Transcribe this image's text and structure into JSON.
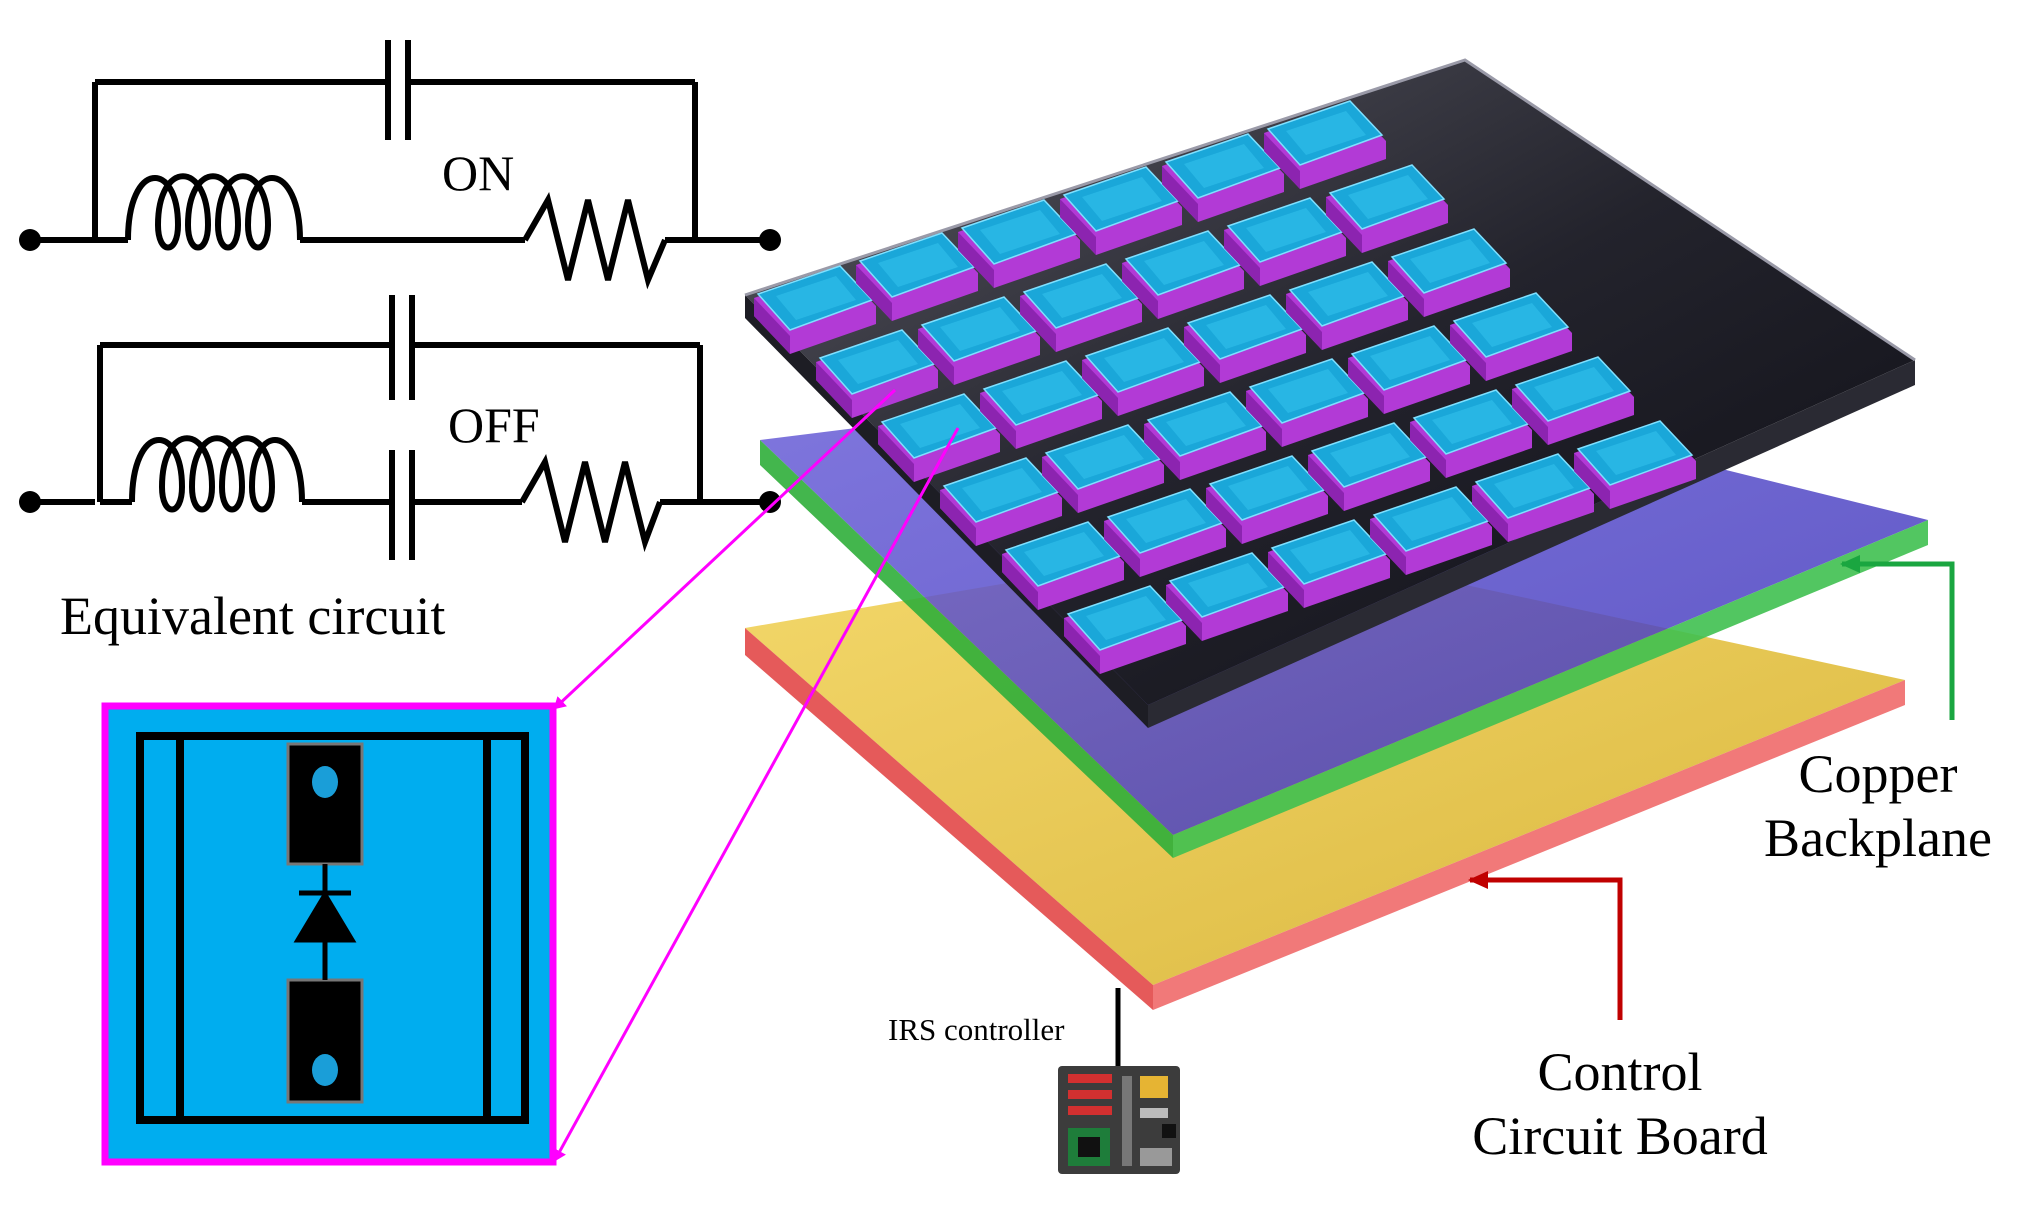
{
  "circuit": {
    "on_label": "ON",
    "off_label": "OFF",
    "caption": "Equivalent circuit"
  },
  "layers": {
    "copper_line1": "Copper",
    "copper_line2": "Backplane",
    "control_line1": "Control",
    "control_line2": "Circuit Board",
    "controller_label": "IRS controller"
  },
  "colors": {
    "cell_cyan": "#1aa7d9",
    "cell_magenta": "#b23ad6",
    "zoom_border": "#ff00ff",
    "zoom_fill": "#00adef",
    "copper_arrow": "#1aa640",
    "control_arrow": "#c00000",
    "top_plate": "#3c3c46",
    "copper_plate": "#5a50c8",
    "control_plate": "#e6c23a"
  },
  "icons": [
    "capacitor-icon",
    "inductor-icon",
    "resistor-icon",
    "diode-icon",
    "pcb-module-icon"
  ]
}
